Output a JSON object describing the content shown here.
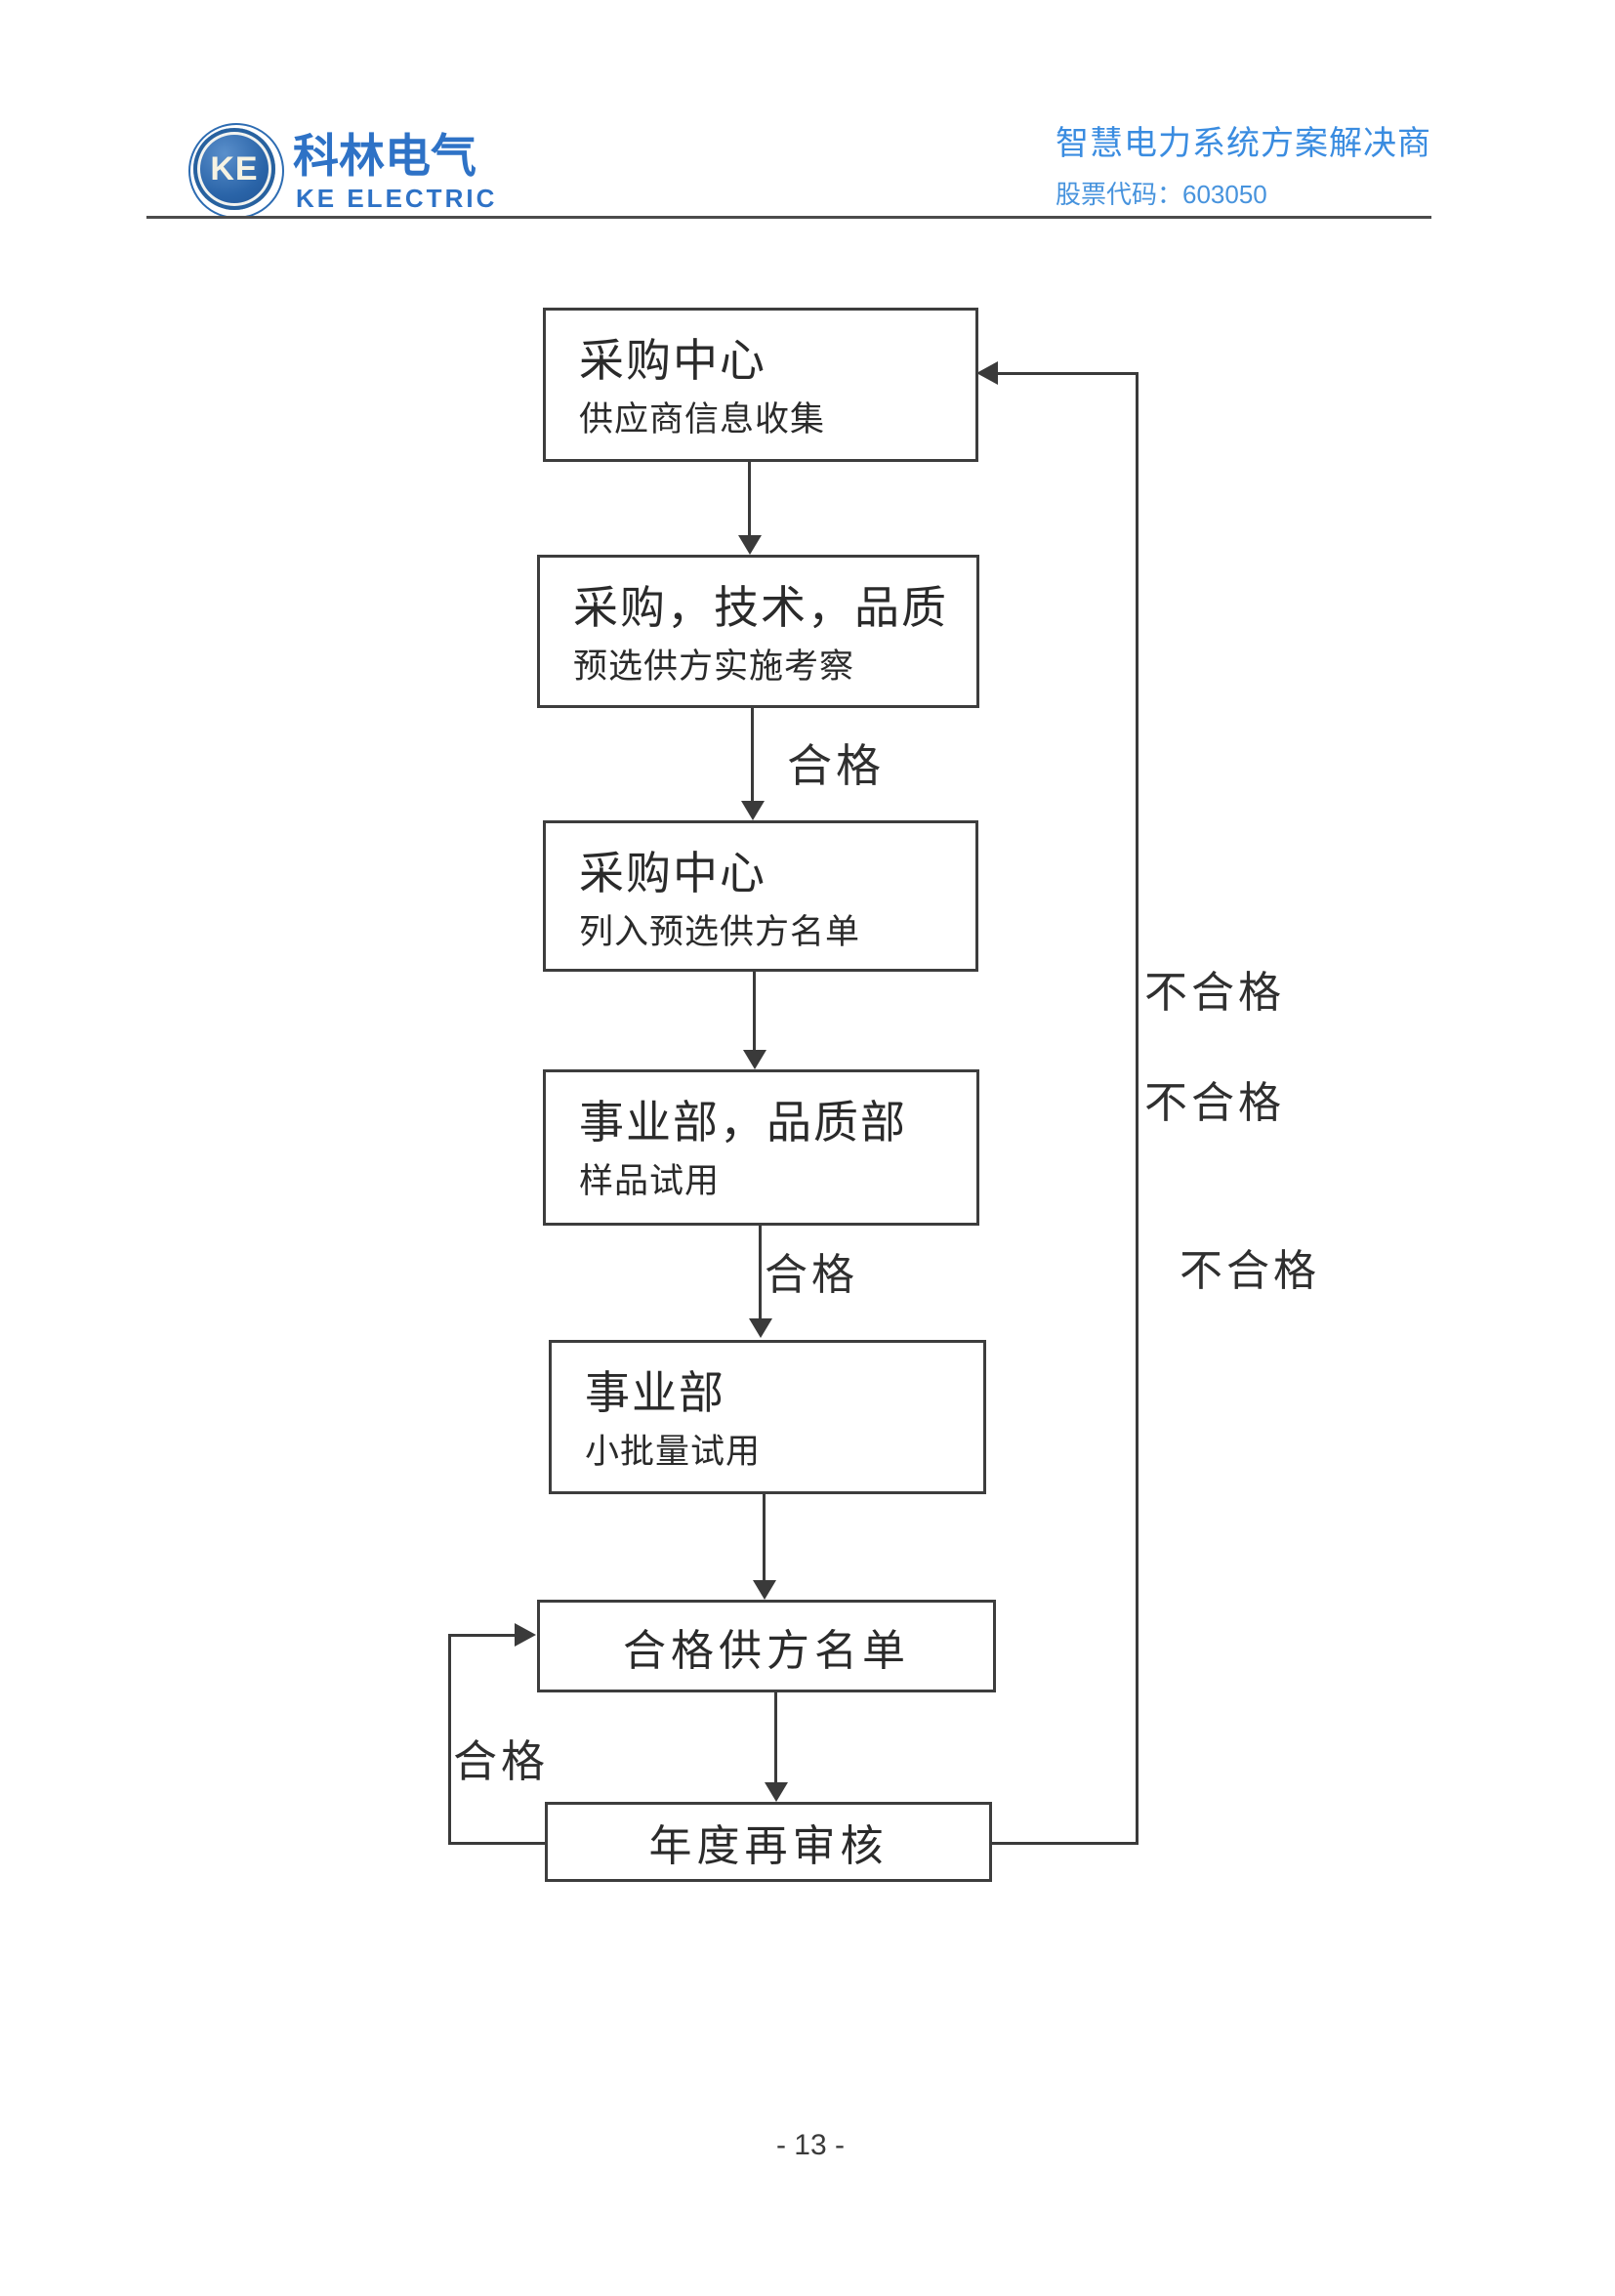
{
  "page": {
    "background": "#ffffff",
    "footer_page_number": "- 13 -"
  },
  "header": {
    "logo_monogram": "KE",
    "company_name_cn": "科林电气",
    "company_name_en": "KE ELECTRIC",
    "tagline": "智慧电力系统方案解决商",
    "stock_code_line": "股票代码：603050",
    "brand_blue": "#2e72c6",
    "tagline_blue": "#3a8ce0"
  },
  "flowchart": {
    "line_color": "#3a3a3a",
    "boxes": [
      {
        "title": "采购中心",
        "subtitle": "供应商信息收集"
      },
      {
        "title": "采购，技术，品质",
        "subtitle": "预选供方实施考察"
      },
      {
        "title": "采购中心",
        "subtitle": "列入预选供方名单"
      },
      {
        "title": "事业部，品质部",
        "subtitle": "样品试用"
      },
      {
        "title": "事业部",
        "subtitle": "小批量试用"
      },
      {
        "title": "合格供方名单",
        "subtitle": ""
      },
      {
        "title": "年度再审核",
        "subtitle": ""
      }
    ],
    "edge_labels": {
      "pass_box2_to_box3": "合格",
      "pass_box4_to_box5": "合格",
      "pass_annual_loop": "合格",
      "fail_1": "不合格",
      "fail_2": "不合格",
      "fail_3": "不合格"
    }
  }
}
